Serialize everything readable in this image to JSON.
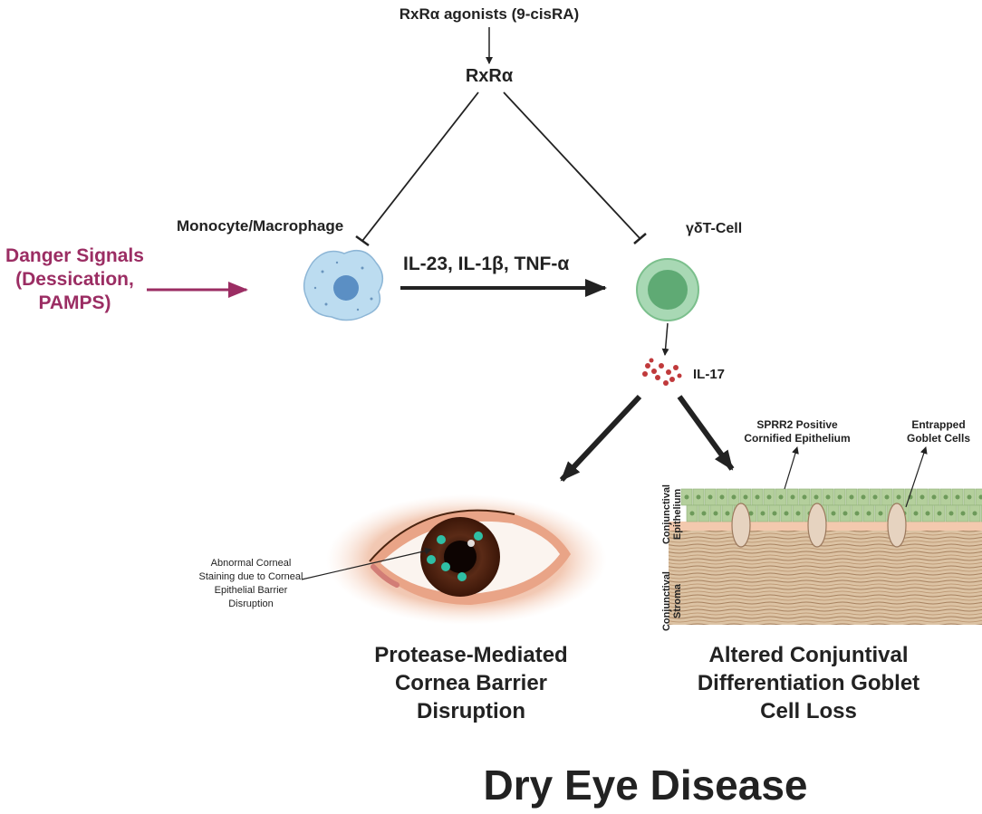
{
  "diagram": {
    "agonists": "RxRα agonists (9-cisRA)",
    "receptor": "RxRα",
    "monocyte": "Monocyte/Macrophage",
    "t_cell": "γδT-Cell",
    "cytokines": "IL-23, IL-1β, TNF-α",
    "danger_signals": "Danger Signals (Dessication, PAMPS)",
    "il17": "IL-17",
    "sprr2": "SPRR2 Positive Cornified Epithelium",
    "entrapped_goblet": "Entrapped Goblet Cells",
    "corneal_staining": "Abnormal Corneal Staining due to Corneal Epithelial Barrier Disruption",
    "conj_epithelium": "Conjunctival Epithelium",
    "conj_stroma": "Conjunctival Stroma",
    "protease_outcome": "Protease-Mediated Cornea Barrier Disruption",
    "conj_outcome": "Altered Conjuntival Differentiation Goblet Cell Loss",
    "disease_title": "Dry Eye Disease"
  },
  "colors": {
    "danger": "#9b2d63",
    "monocyte_fill": "#bcdcf0",
    "monocyte_nucleus": "#5b8fc4",
    "tcell_fill": "#a8d8b4",
    "tcell_nucleus": "#5faa74",
    "il17_dots": "#c0393b",
    "epithelium": "#b4cf9c",
    "stroma": "#d9bf9e",
    "iris": "#4a1e10",
    "stain": "#2fbfa5"
  }
}
